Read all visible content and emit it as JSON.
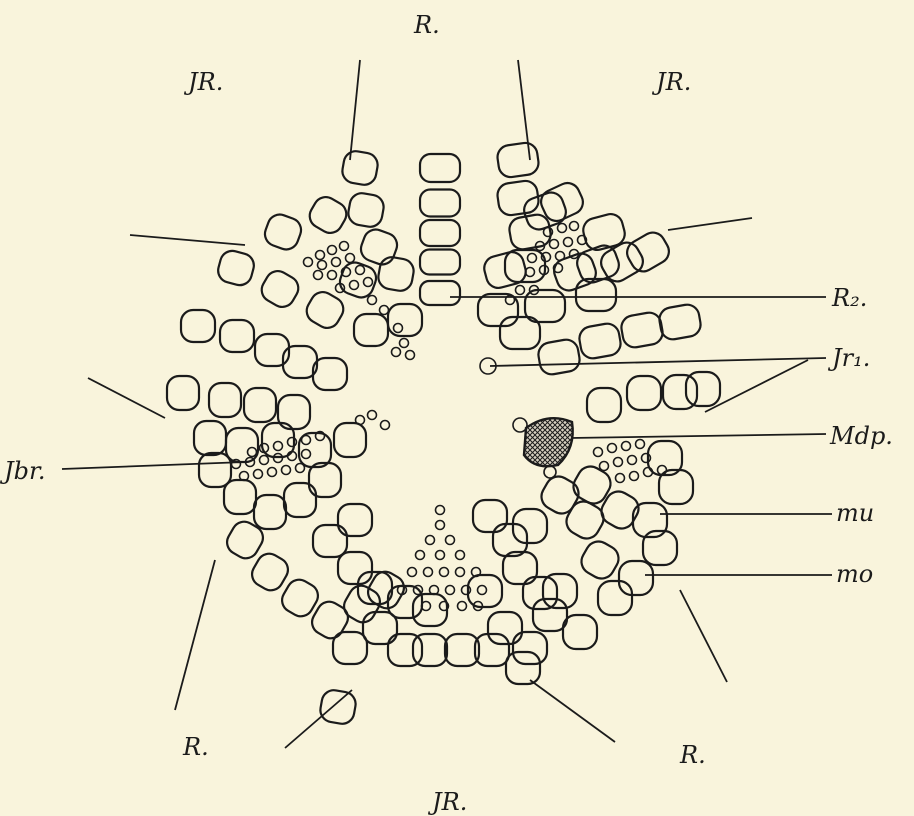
{
  "figure": {
    "arm_labels": {
      "top": "R.",
      "top_left": "JR.",
      "top_right": "JR.",
      "bottom_left": "R.",
      "bottom_right": "R.",
      "bottom": "JR."
    },
    "callouts": {
      "r2": "R₂.",
      "jr1": "Jr₁.",
      "mdp": "Mdp.",
      "mu": "mu",
      "mo": "mo",
      "jbr": "Jbr."
    }
  },
  "colors": {
    "paper": "#f9f4dc",
    "ink": "#1b1b1b"
  }
}
